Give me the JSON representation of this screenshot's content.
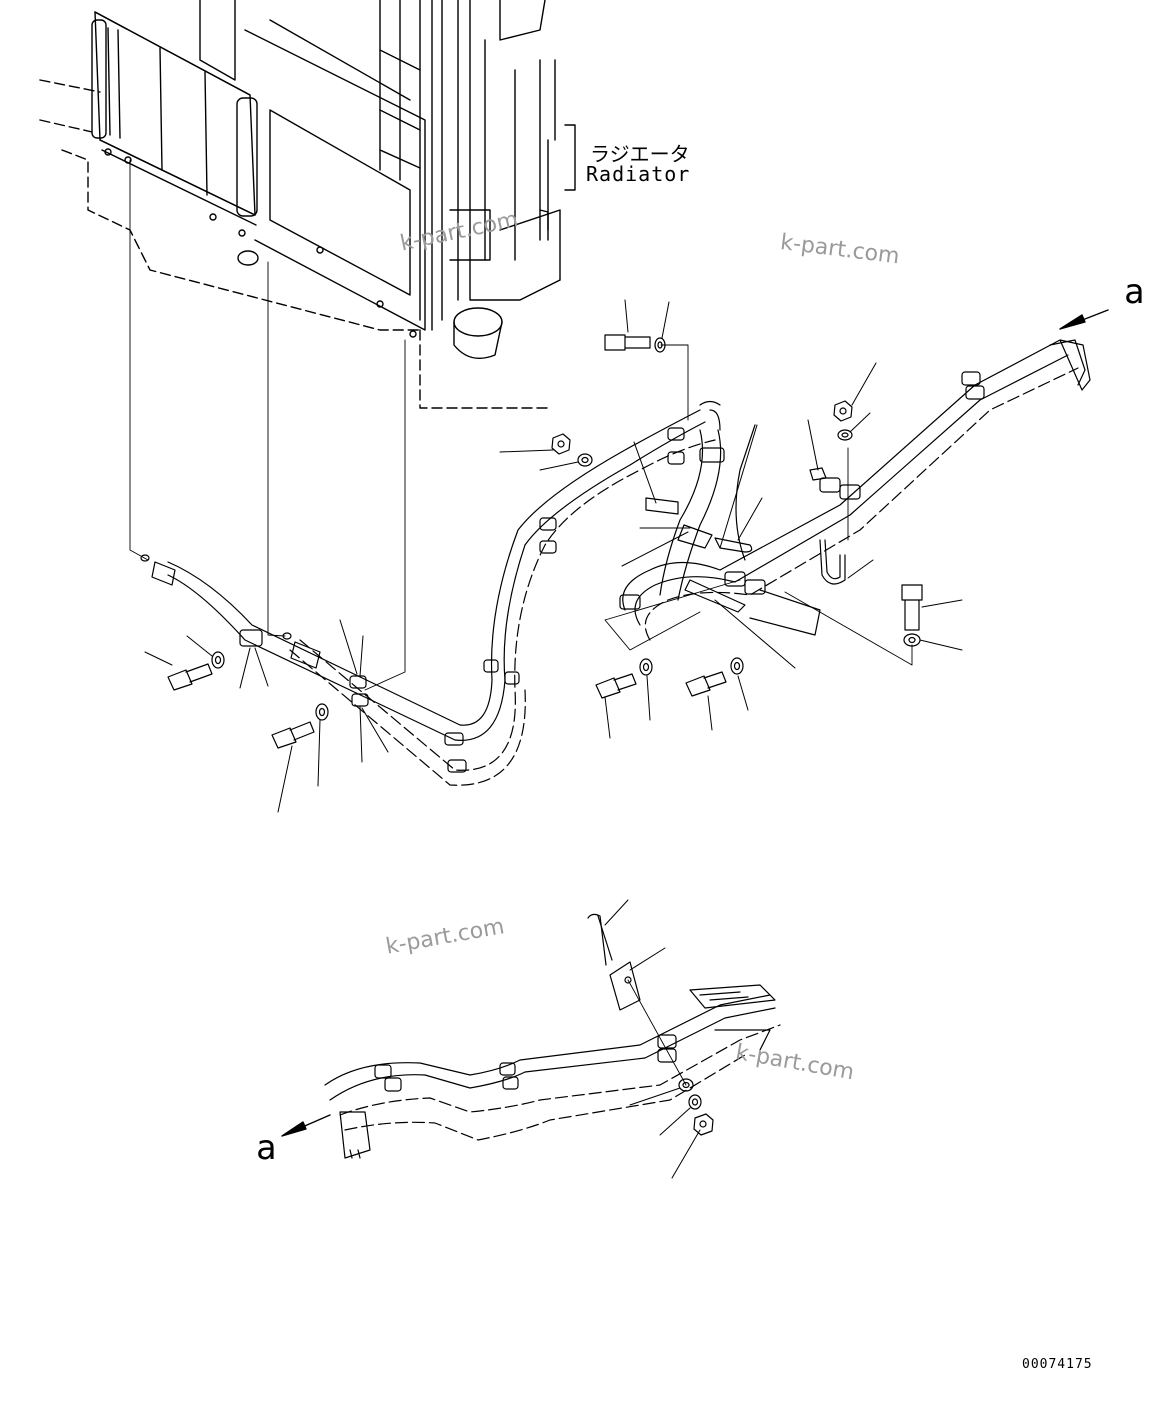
{
  "labels": {
    "radiator_jp": "ラジエータ",
    "radiator_en": "Radiator",
    "ref_a_upper": "a",
    "ref_a_lower": "a",
    "drawing_number": "00074175"
  },
  "watermarks": [
    "k-part.com",
    "k-part.com",
    "k-part.com",
    "k-part.com"
  ],
  "colors": {
    "line": "#000000",
    "background": "#ffffff",
    "watermark": "#9a9a9a"
  }
}
